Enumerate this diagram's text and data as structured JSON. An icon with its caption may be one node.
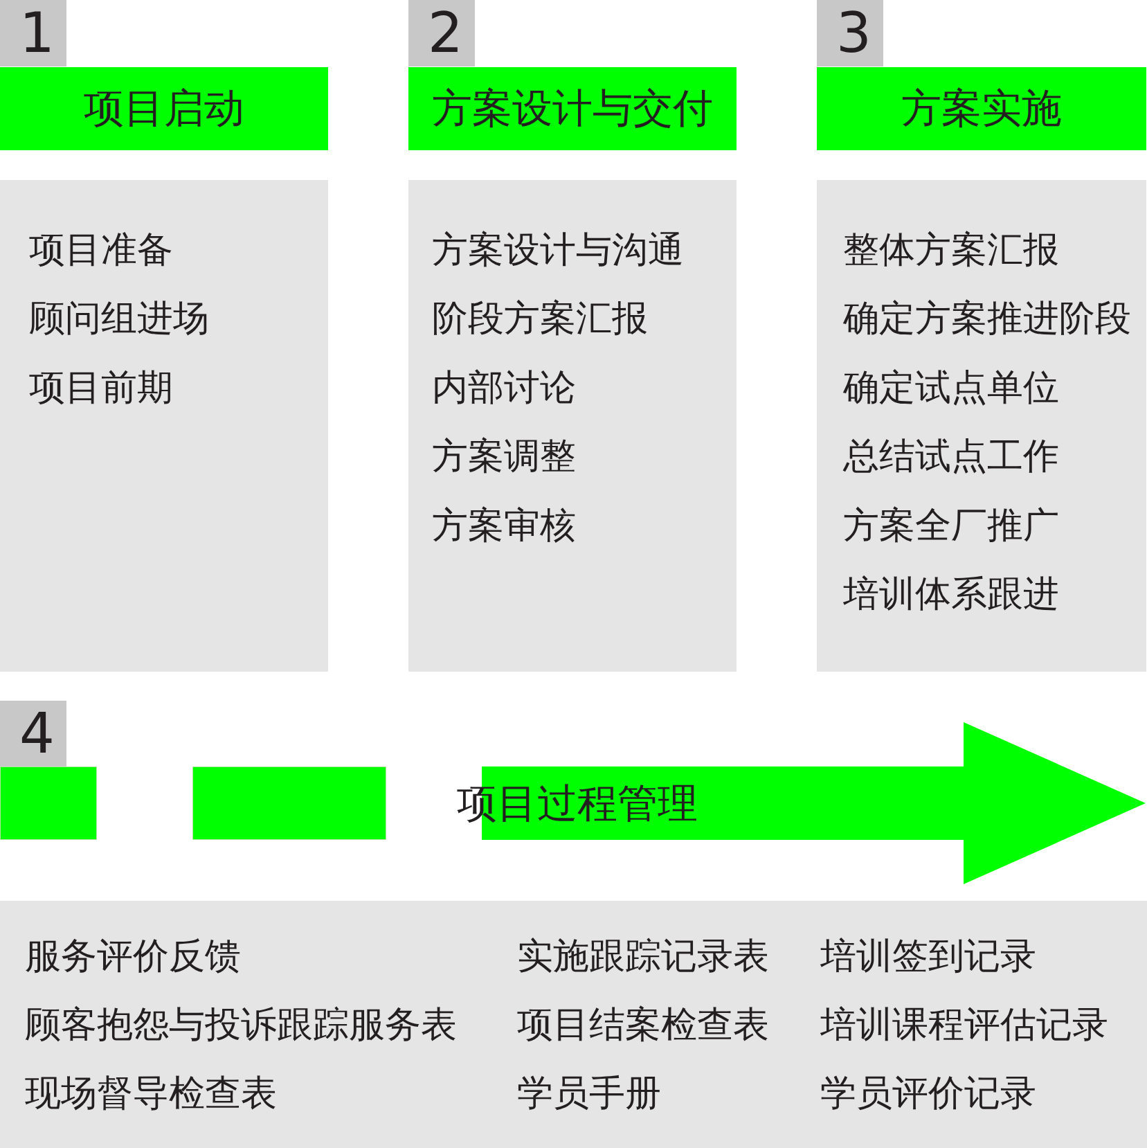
{
  "diagram": {
    "nodes": [
      {
        "text": [
          "1"
        ]
      },
      {
        "text": [
          "项目启动"
        ]
      },
      {
        "text": [
          "项目准备",
          "顾问组进场",
          "项目前期"
        ]
      },
      {
        "text": [
          "2"
        ]
      },
      {
        "text": [
          "方案设计与交付"
        ]
      },
      {
        "text": [
          "方案设计与沟通",
          "阶段方案汇报",
          "内部讨论",
          "方案调整",
          "方案审核"
        ]
      },
      {
        "text": [
          "3"
        ]
      },
      {
        "text": [
          "方案实施"
        ]
      },
      {
        "text": [
          "整体方案汇报",
          "确定方案推进阶段",
          "确定试点单位",
          "总结试点工作",
          "方案全厂推广",
          "培训体系跟进"
        ]
      },
      {
        "text": [
          "4"
        ]
      },
      {
        "text": [],
        "shape": "box"
      },
      {
        "text": [],
        "shape": "box"
      },
      {
        "text": [
          "项目过程管理"
        ]
      },
      {
        "text": [
          "服务评价反馈",
          "实施跟踪记录表",
          "培训签到记录",
          "顾客抱怨与投诉跟踪服务表",
          "项目结案检查表",
          "培训课程评估记录",
          "现场督导检查表",
          "学员手册",
          "学员评价记录"
        ]
      }
    ]
  }
}
